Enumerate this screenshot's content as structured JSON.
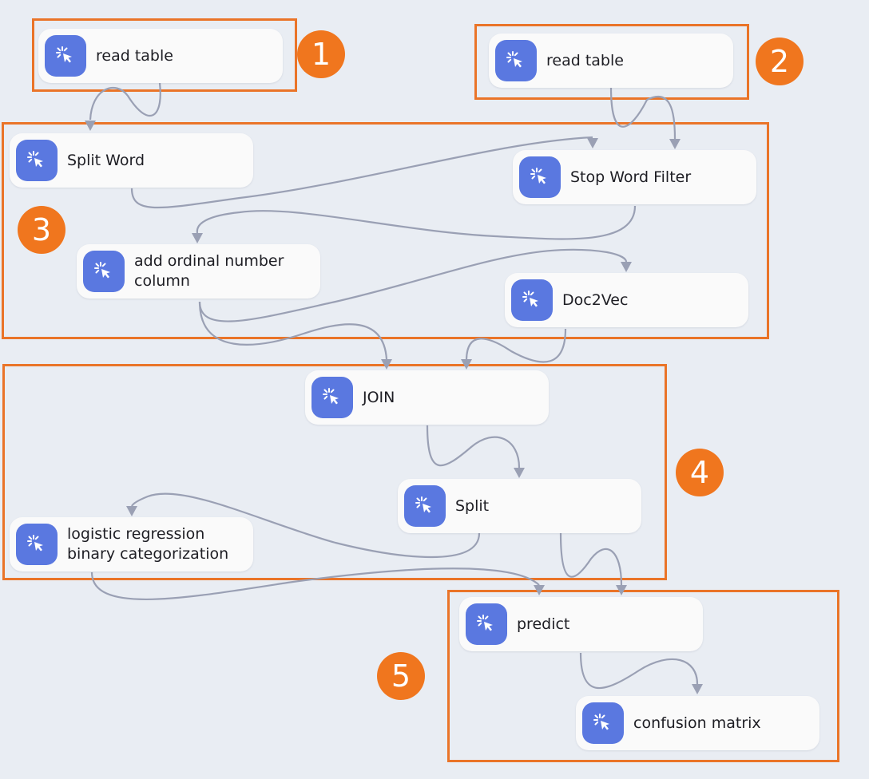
{
  "colors": {
    "group_border": "#ea7428",
    "badge": "#f0761e",
    "node_icon": "#5a78e0",
    "edge": "#9aa0b4",
    "background": "#e9edf3"
  },
  "badges": [
    "1",
    "2",
    "3",
    "4",
    "5"
  ],
  "nodes": {
    "read_table_1": {
      "label": "read table",
      "icon": "click-cursor-icon"
    },
    "read_table_2": {
      "label": "read table",
      "icon": "click-cursor-icon"
    },
    "split_word": {
      "label": "Split Word",
      "icon": "click-cursor-icon"
    },
    "stop_word_filter": {
      "label": "Stop Word Filter",
      "icon": "click-cursor-icon"
    },
    "add_ordinal": {
      "label": "add ordinal number\ncolumn",
      "icon": "click-cursor-icon"
    },
    "doc2vec": {
      "label": "Doc2Vec",
      "icon": "click-cursor-icon"
    },
    "join": {
      "label": "JOIN",
      "icon": "click-cursor-icon"
    },
    "split": {
      "label": "Split",
      "icon": "click-cursor-icon"
    },
    "logistic_regression": {
      "label": "logistic regression\nbinary categorization",
      "icon": "click-cursor-icon"
    },
    "predict": {
      "label": "predict",
      "icon": "click-cursor-icon"
    },
    "confusion_matrix": {
      "label": "confusion matrix",
      "icon": "click-cursor-icon"
    }
  }
}
